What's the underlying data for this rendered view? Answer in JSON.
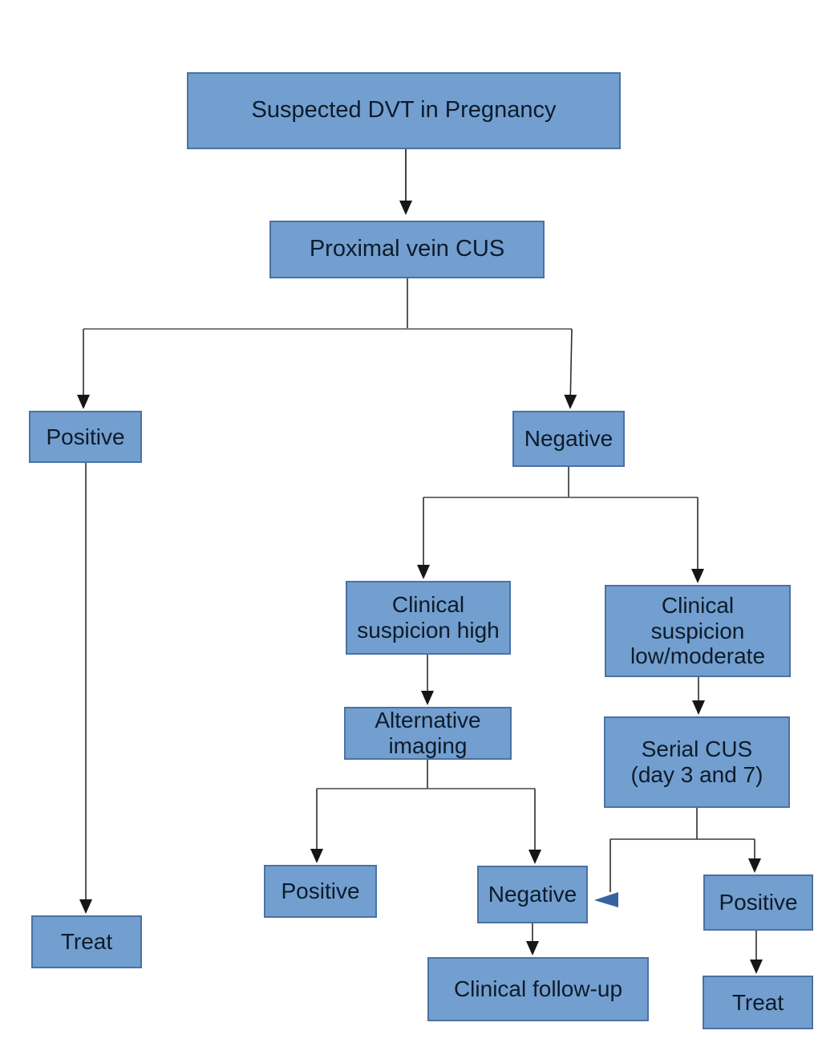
{
  "diagram": {
    "title": "Suspected DVT in Pregnancy",
    "type": "flowchart",
    "colors": {
      "node_fill": "#729fcf",
      "node_border": "#4a72a4",
      "text": "#0e1b2a",
      "connector": "#3a3a3a",
      "branch_line": "#7d7d7d",
      "arrowhead": "#161616",
      "feedback_arrowhead": "#35639f"
    },
    "nodes": [
      {
        "id": "suspected",
        "label": "Suspected DVT in Pregnancy"
      },
      {
        "id": "proximal",
        "label": "Proximal vein CUS"
      },
      {
        "id": "positive1",
        "label": "Positive"
      },
      {
        "id": "negative1",
        "label": "Negative"
      },
      {
        "id": "high",
        "label": "Clinical\nsuspicion high"
      },
      {
        "id": "low",
        "label": "Clinical\nsuspicion\nlow/moderate"
      },
      {
        "id": "alt",
        "label": "Alternative\nimaging"
      },
      {
        "id": "serial",
        "label": "Serial CUS\n(day 3 and 7)"
      },
      {
        "id": "positive2",
        "label": "Positive"
      },
      {
        "id": "negative2",
        "label": "Negative"
      },
      {
        "id": "positive3",
        "label": "Positive"
      },
      {
        "id": "treat1",
        "label": "Treat"
      },
      {
        "id": "follow",
        "label": "Clinical follow-up"
      },
      {
        "id": "treat2",
        "label": "Treat"
      }
    ],
    "edges": [
      {
        "from": "suspected",
        "to": "proximal"
      },
      {
        "from": "proximal",
        "to": "positive1"
      },
      {
        "from": "proximal",
        "to": "negative1"
      },
      {
        "from": "positive1",
        "to": "treat1"
      },
      {
        "from": "negative1",
        "to": "high"
      },
      {
        "from": "negative1",
        "to": "low"
      },
      {
        "from": "high",
        "to": "alt"
      },
      {
        "from": "alt",
        "to": "positive2"
      },
      {
        "from": "alt",
        "to": "negative2"
      },
      {
        "from": "low",
        "to": "serial"
      },
      {
        "from": "serial",
        "to": "negative2",
        "style": "blue-feedback-arrow"
      },
      {
        "from": "serial",
        "to": "positive3"
      },
      {
        "from": "negative2",
        "to": "follow"
      },
      {
        "from": "positive3",
        "to": "treat2"
      }
    ]
  }
}
